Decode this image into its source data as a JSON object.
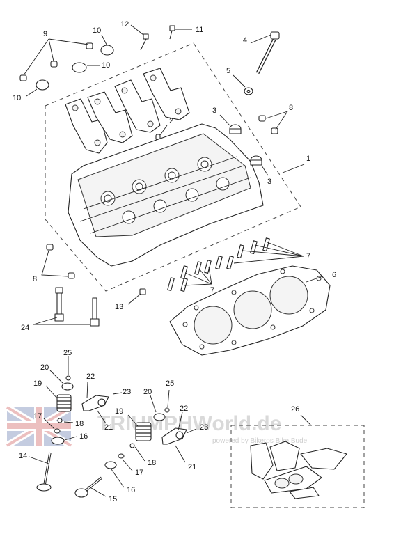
{
  "watermark": {
    "title": "TRIUMPHWorld.de",
    "subtitle": "powered by Bikeros Bike Bude"
  },
  "callouts": {
    "c1": "1",
    "c2": "2",
    "c3a": "3",
    "c3b": "3",
    "c4": "4",
    "c5": "5",
    "c6": "6",
    "c7a": "7",
    "c7b": "7",
    "c8a": "8",
    "c8b": "8",
    "c9": "9",
    "c10a": "10",
    "c10b": "10",
    "c10c": "10",
    "c11": "11",
    "c12": "12",
    "c13": "13",
    "c14": "14",
    "c15": "15",
    "c16a": "16",
    "c16b": "16",
    "c17a": "17",
    "c17b": "17",
    "c18a": "18",
    "c18b": "18",
    "c19a": "19",
    "c19b": "19",
    "c20a": "20",
    "c20b": "20",
    "c21a": "21",
    "c21b": "21",
    "c22a": "22",
    "c22b": "22",
    "c23a": "23",
    "c23b": "23",
    "c24": "24",
    "c25a": "25",
    "c25b": "25",
    "c26": "26"
  },
  "colors": {
    "line": "#222222",
    "watermark": "#d9d9d9",
    "flag_red": "#c94a4a",
    "flag_blue": "#5a6fa8"
  }
}
